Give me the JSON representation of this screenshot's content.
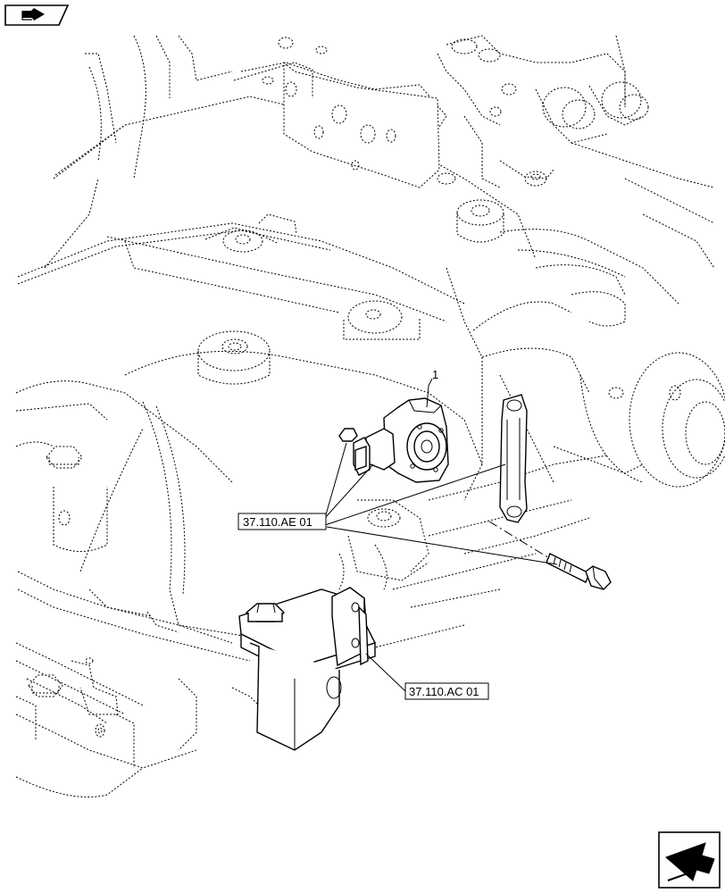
{
  "callouts": {
    "item_number": "1",
    "ref_ae": "37.110.AE 01",
    "ref_ac": "37.110.AC 01"
  },
  "icons": {
    "top_left": "book-arrow-icon",
    "bottom_right": "next-page-arrow-icon"
  }
}
